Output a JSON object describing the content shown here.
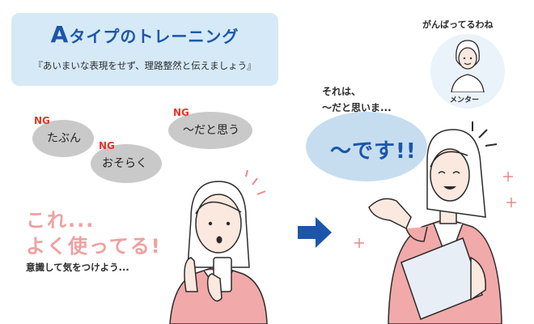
{
  "title": {
    "letter": "A",
    "rest": "タイプのトレーニング"
  },
  "subtitle": "『あいまいな表現をせず、理路整然と伝えましょう』",
  "ng_bubbles": [
    {
      "tag": "NG",
      "text": "たぶん"
    },
    {
      "tag": "NG",
      "text": "おそらく"
    },
    {
      "tag": "NG",
      "text": "〜だと思う"
    }
  ],
  "left_caption": {
    "line1": "これ...",
    "line2": "よく使ってる!",
    "note": "意識して気をつけよう..."
  },
  "mentor": {
    "thought": "がんばってるわね",
    "label": "メンター"
  },
  "right_speech": {
    "small_line1": "それは、",
    "small_line2": "〜だと思いま...",
    "big": "〜です!!"
  },
  "colors": {
    "accent_blue": "#1c56a8",
    "banner_bg": "#d5e9f7",
    "ng_red": "#e8332a",
    "pink": "#f0a0a0",
    "bubble_gray": "#c9c9c9",
    "skin": "#fbe8df",
    "shirt_pink": "#f2a9a9"
  }
}
